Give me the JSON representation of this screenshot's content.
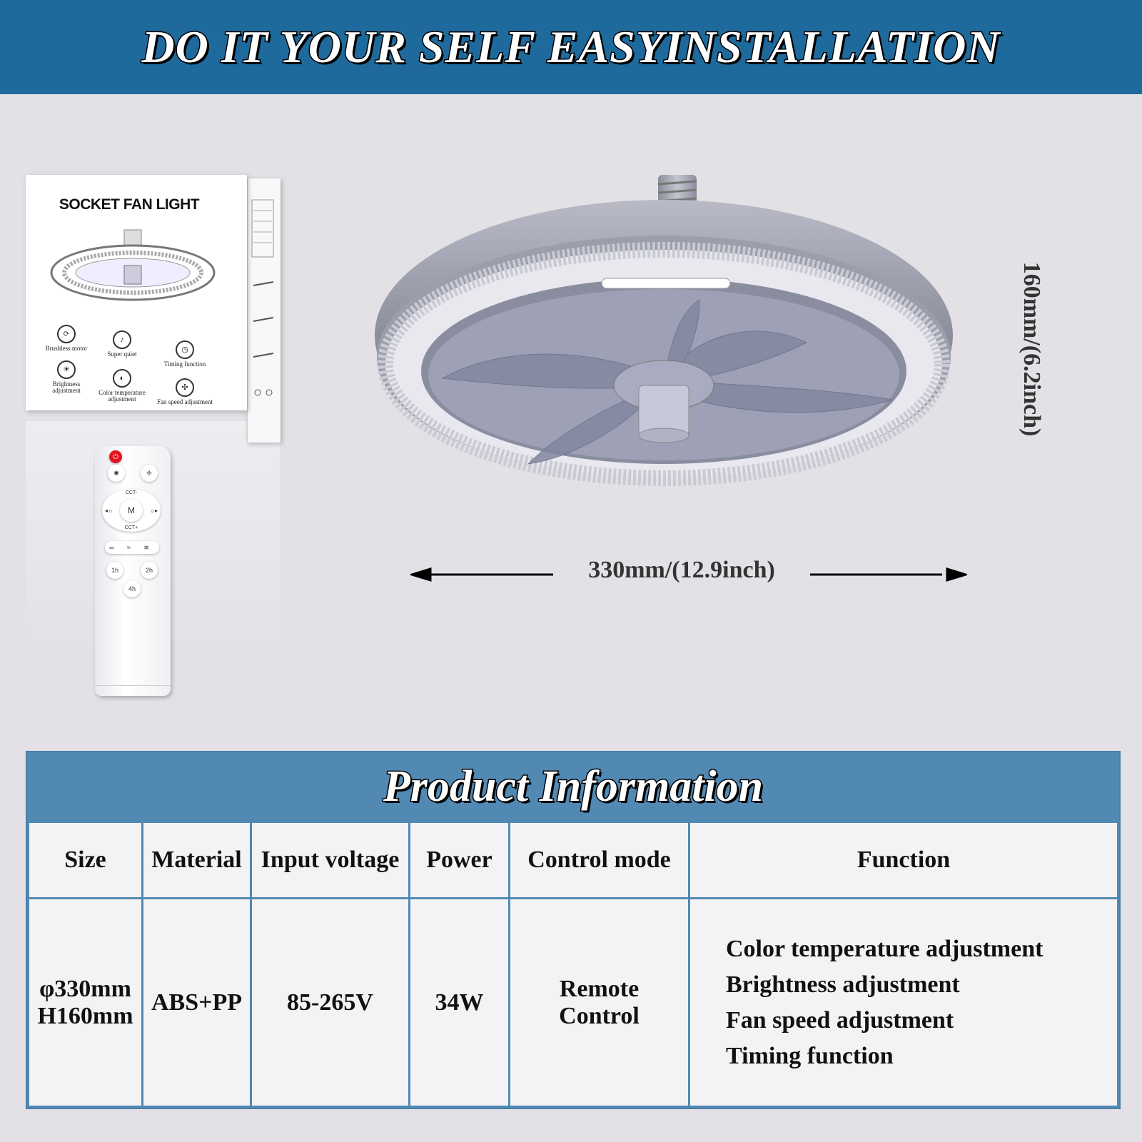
{
  "banner": {
    "title": "DO IT YOUR SELF EASYINSTALLATION"
  },
  "box": {
    "title": "SOCKET FAN LIGHT",
    "features": [
      {
        "label": "Brushless motor",
        "icon": "brushless-motor-icon"
      },
      {
        "label": "Super quiet",
        "icon": "quiet-icon"
      },
      {
        "label": "Timing function",
        "icon": "timer-icon"
      },
      {
        "label": "Brightness adjustment",
        "icon": "brightness-icon"
      },
      {
        "label": "Color temperature adjustment",
        "icon": "color-temp-icon"
      },
      {
        "label": "Fan speed adjustment",
        "icon": "fan-speed-icon"
      }
    ]
  },
  "remote": {
    "cct_up": "CCT-",
    "mode": "M",
    "cct_down": "CCT+",
    "timer_1": "1h",
    "timer_2": "2h",
    "timer_4": "4h"
  },
  "dimensions": {
    "height": "160mm/(6.2inch)",
    "width": "330mm/(12.9inch)"
  },
  "product_info": {
    "title": "Product Information",
    "headers": [
      "Size",
      "Material",
      "Input voltage",
      "Power",
      "Control mode",
      "Function"
    ],
    "size_line1": "φ330mm",
    "size_line2": "H160mm",
    "material": "ABS+PP",
    "voltage": "85-265V",
    "power": "34W",
    "control_line1": "Remote",
    "control_line2": "Control",
    "functions": [
      "Color temperature adjustment",
      "Brightness adjustment",
      "Fan speed adjustment",
      "Timing function"
    ]
  },
  "colors": {
    "banner": "#1f6a9c",
    "table_header": "#5189b3",
    "background": "#e3e1e6",
    "power_button": "#e0141e"
  }
}
